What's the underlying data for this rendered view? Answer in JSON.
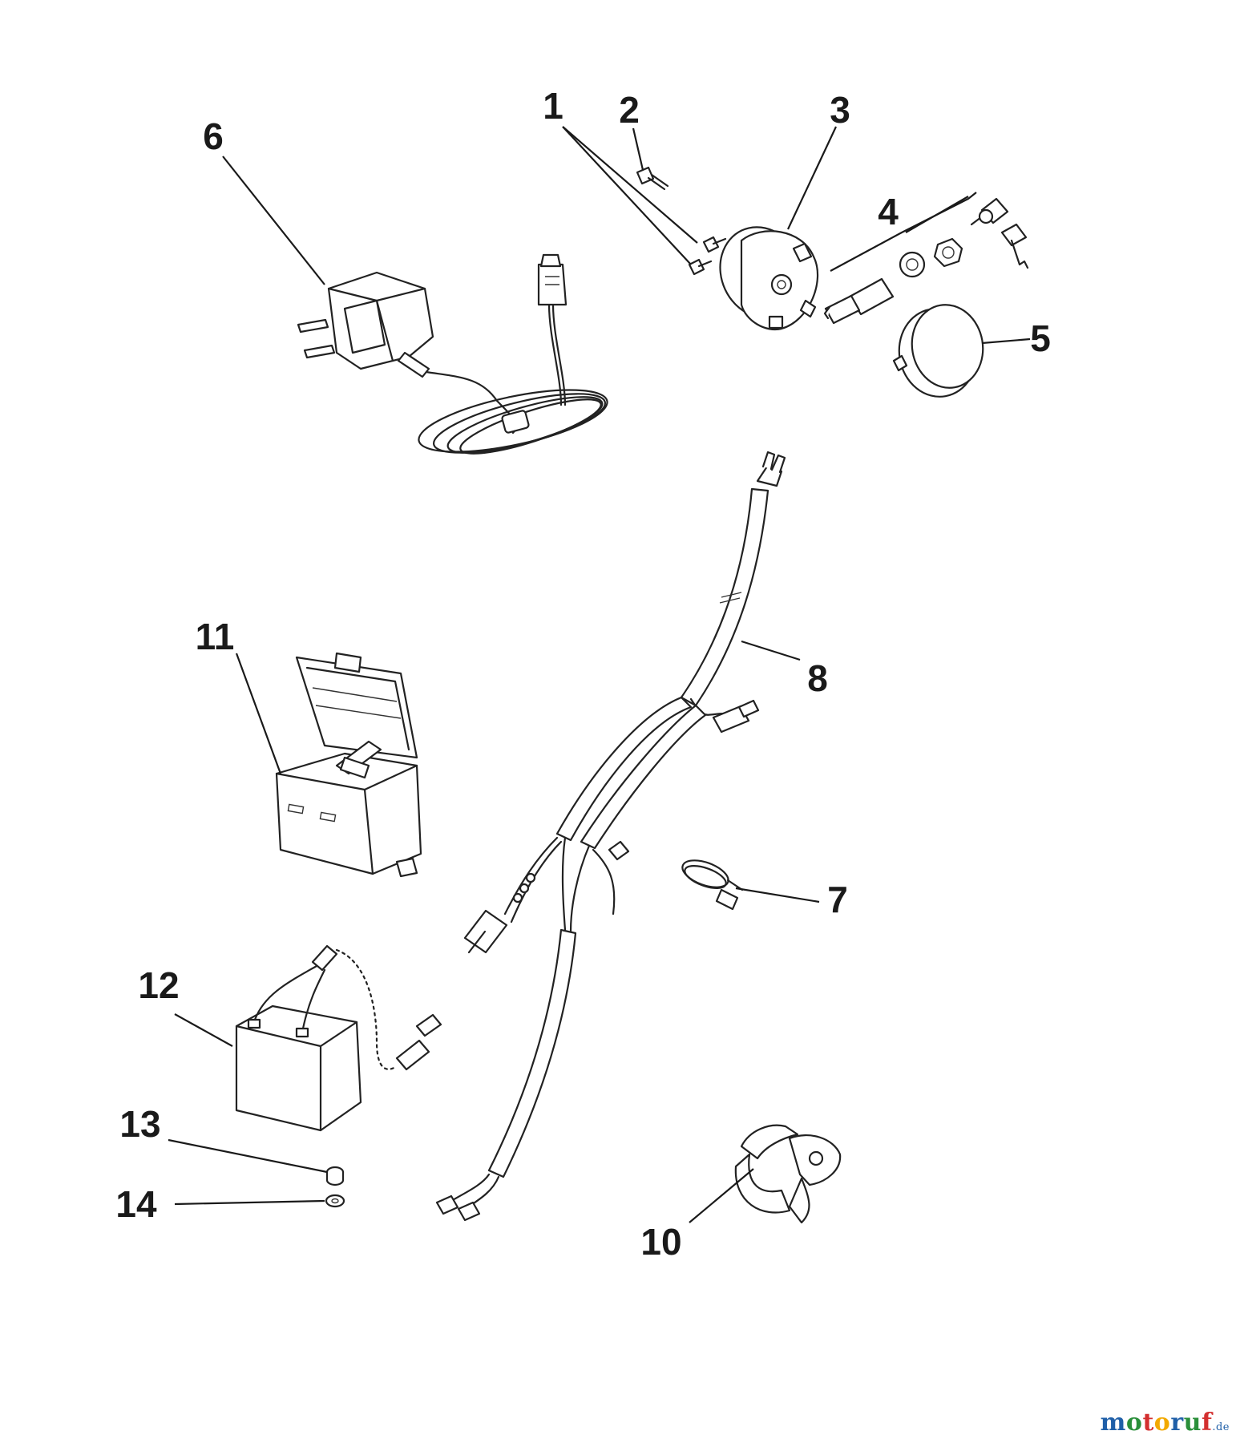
{
  "parts": [
    {
      "id": "1",
      "label": "1"
    },
    {
      "id": "2",
      "label": "2"
    },
    {
      "id": "3",
      "label": "3"
    },
    {
      "id": "4",
      "label": "4"
    },
    {
      "id": "5",
      "label": "5"
    },
    {
      "id": "6",
      "label": "6"
    },
    {
      "id": "7",
      "label": "7"
    },
    {
      "id": "8",
      "label": "8"
    },
    {
      "id": "10",
      "label": "10"
    },
    {
      "id": "11",
      "label": "11"
    },
    {
      "id": "12",
      "label": "12"
    },
    {
      "id": "13",
      "label": "13"
    },
    {
      "id": "14",
      "label": "14"
    }
  ],
  "watermark": {
    "text": "motoruf",
    "suffix": ".de",
    "colors": [
      "#1f5fa8",
      "#2a8f3a",
      "#d32f2f",
      "#f2a900",
      "#1f5fa8",
      "#2a8f3a",
      "#d32f2f"
    ],
    "suffix_color": "#1f5fa8"
  }
}
